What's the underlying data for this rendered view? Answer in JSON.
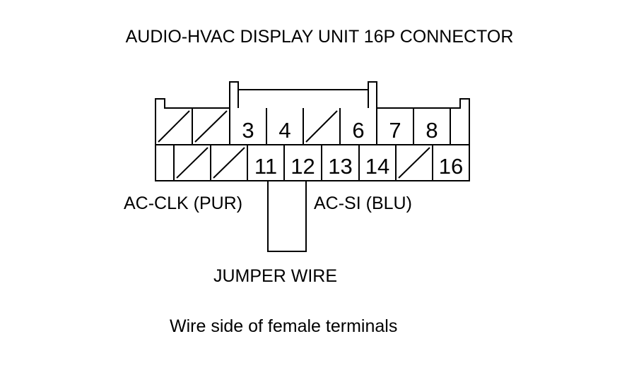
{
  "title": "AUDIO-HVAC DISPLAY UNIT 16P CONNECTOR",
  "top_row": {
    "cavities": [
      {
        "label": "",
        "empty": true
      },
      {
        "label": "",
        "empty": true
      },
      {
        "label": "3",
        "empty": false
      },
      {
        "label": "4",
        "empty": false
      },
      {
        "label": "",
        "empty": true
      },
      {
        "label": "6",
        "empty": false
      },
      {
        "label": "7",
        "empty": false
      },
      {
        "label": "8",
        "empty": false
      },
      {
        "label": "",
        "empty": false
      }
    ]
  },
  "bottom_row": {
    "cavities": [
      {
        "label": "",
        "empty": false
      },
      {
        "label": "",
        "empty": true
      },
      {
        "label": "",
        "empty": true
      },
      {
        "label": "11",
        "empty": false
      },
      {
        "label": "12",
        "empty": false
      },
      {
        "label": "13",
        "empty": false
      },
      {
        "label": "14",
        "empty": false
      },
      {
        "label": "",
        "empty": true
      },
      {
        "label": "16",
        "empty": false
      }
    ]
  },
  "labels": {
    "ac_clk": "AC-CLK (PUR)",
    "ac_si": "AC-SI (BLU)",
    "jumper": "JUMPER WIRE"
  },
  "caption": "Wire side of female terminals",
  "colors": {
    "line": "#000000",
    "background": "#ffffff"
  }
}
